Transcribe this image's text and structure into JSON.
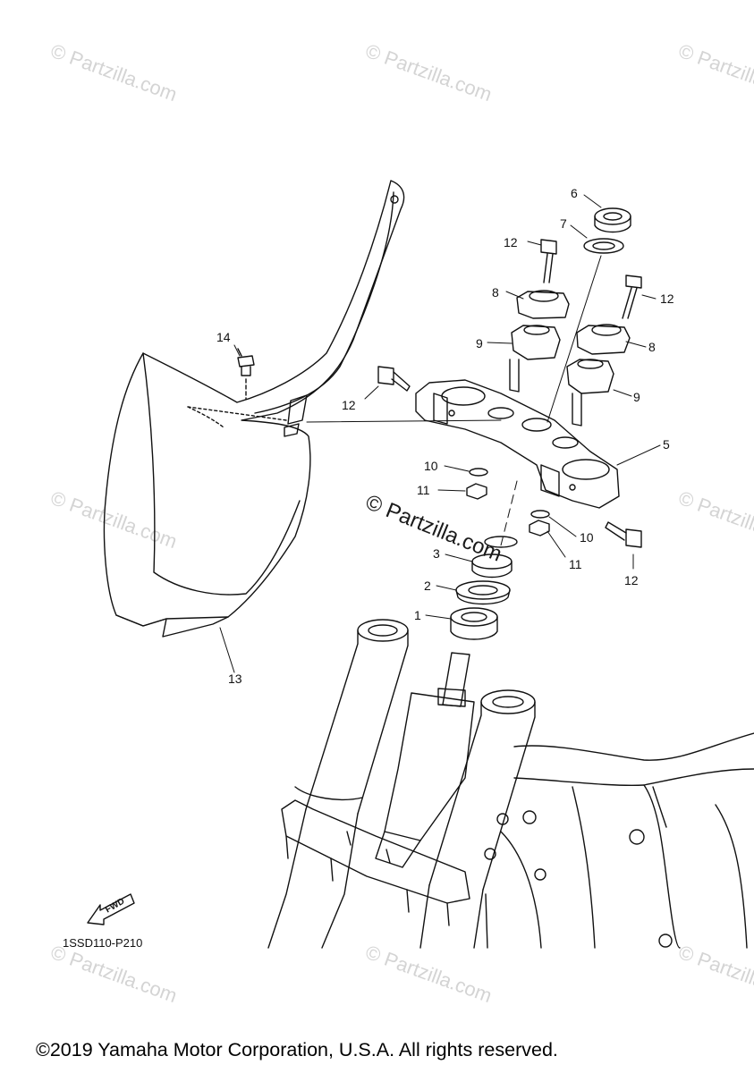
{
  "watermark": {
    "text": "© Partzilla.com",
    "center_text": "© Partzilla.com"
  },
  "callouts": {
    "p1": "1",
    "p2": "2",
    "p3": "3",
    "p5": "5",
    "p6": "6",
    "p7": "7",
    "p8a": "8",
    "p8b": "8",
    "p9a": "9",
    "p9b": "9",
    "p10a": "10",
    "p10b": "10",
    "p11a": "11",
    "p11b": "11",
    "p12a": "12",
    "p12b": "12",
    "p12c": "12",
    "p12d": "12",
    "p13": "13",
    "p14": "14"
  },
  "fwd_label": "FWD",
  "diagram_code": "1SSD110-P210",
  "copyright": "©2019 Yamaha Motor Corporation, U.S.A. All rights reserved."
}
